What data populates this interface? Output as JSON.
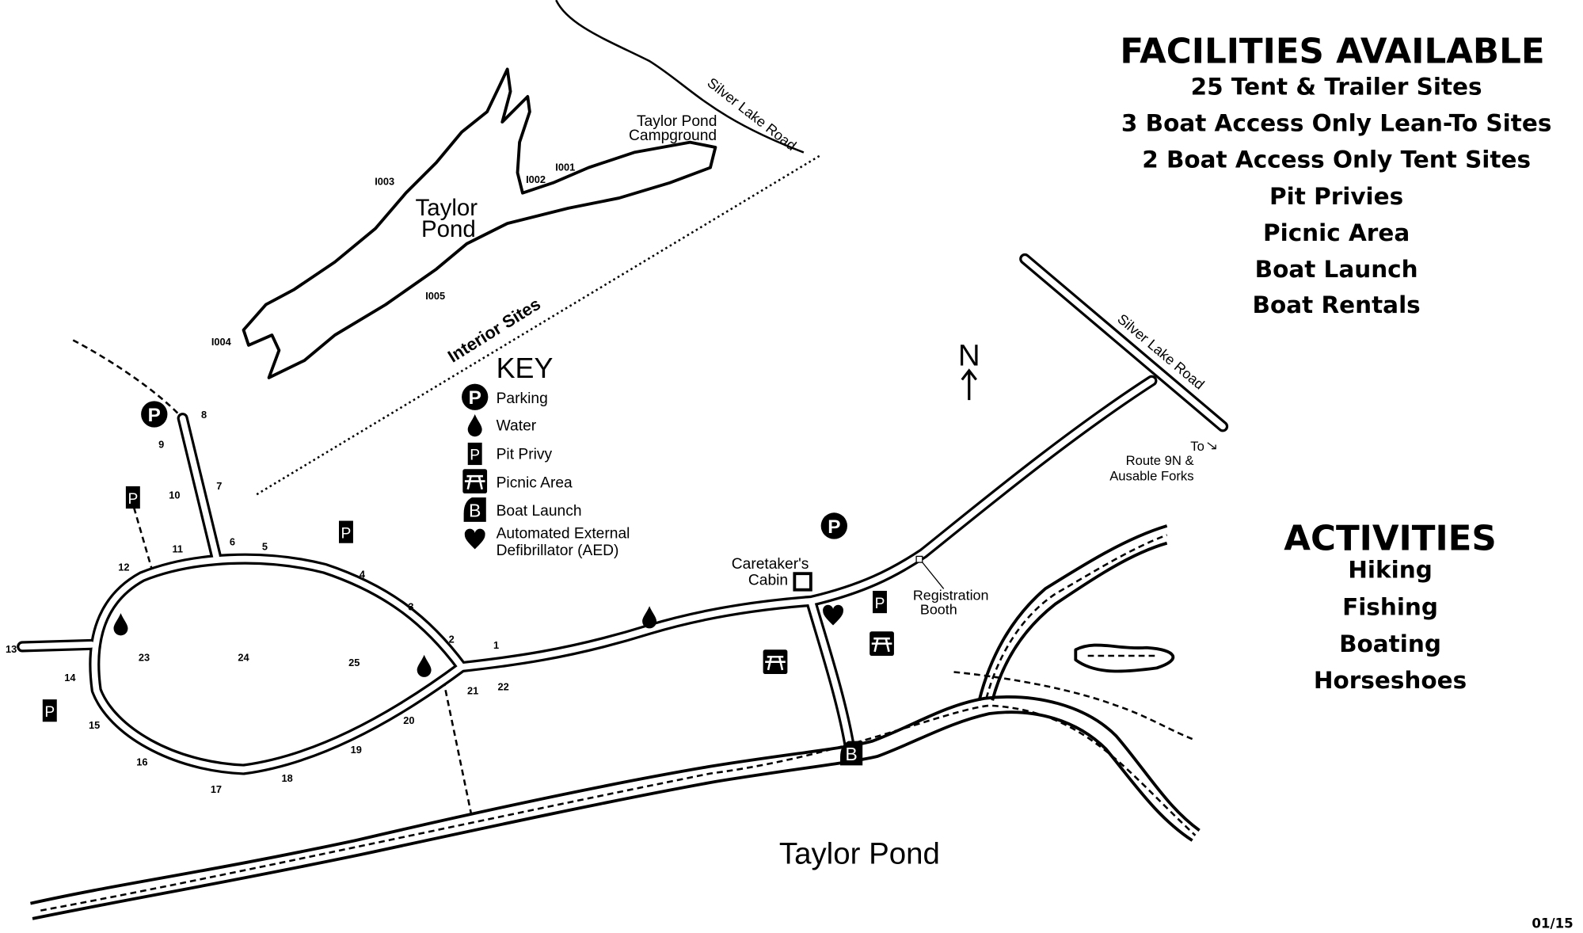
{
  "facilities": {
    "title": "FACILITIES AVAILABLE",
    "items": [
      "25 Tent & Trailer Sites",
      "3 Boat Access Only Lean-To Sites",
      "2 Boat Access Only Tent Sites",
      "Pit Privies",
      "Picnic Area",
      "Boat Launch",
      "Boat Rentals"
    ]
  },
  "activities": {
    "title": "ACTIVITIES",
    "items": [
      "Hiking",
      "Fishing",
      "Boating",
      "Horseshoes"
    ]
  },
  "key": {
    "title": "KEY",
    "items": [
      {
        "icon": "parking-icon",
        "label": "Parking"
      },
      {
        "icon": "water-icon",
        "label": "Water"
      },
      {
        "icon": "pit-privy-icon",
        "label": "Pit Privy"
      },
      {
        "icon": "picnic-area-icon",
        "label": "Picnic Area"
      },
      {
        "icon": "boat-launch-icon",
        "label": "Boat Launch"
      },
      {
        "icon": "aed-icon",
        "label_line1": "Automated External",
        "label_line2": "Defibrillator (AED)"
      }
    ]
  },
  "labels": {
    "pond_upper_1": "Taylor",
    "pond_upper_2": "Pond",
    "campground_1": "Taylor Pond",
    "campground_2": "Campground",
    "interior_sites": "Interior Sites",
    "silver_lake_road": "Silver Lake Road",
    "silver_lake_road_2": "Silver Lake Road",
    "to": "To",
    "route_1": "Route 9N &",
    "route_2": "Ausable Forks",
    "registration_1": "Registration",
    "registration_2": "Booth",
    "caretaker_1": "Caretaker's",
    "caretaker_2": "Cabin",
    "pond_lower": "Taylor Pond",
    "north": "N",
    "date_code": "01/15"
  },
  "interior_sites": [
    "I001",
    "I002",
    "I003",
    "I004",
    "I005"
  ],
  "campsites": [
    "1",
    "2",
    "3",
    "4",
    "5",
    "6",
    "7",
    "8",
    "9",
    "10",
    "11",
    "12",
    "13",
    "14",
    "15",
    "16",
    "17",
    "18",
    "19",
    "20",
    "21",
    "22",
    "23",
    "24",
    "25"
  ]
}
